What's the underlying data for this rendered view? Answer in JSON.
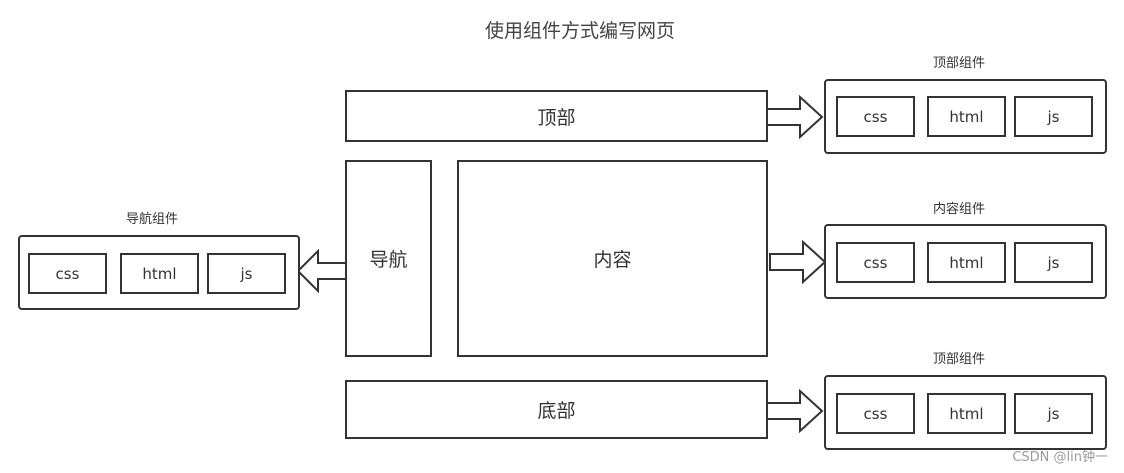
{
  "diagram": {
    "title": "使用组件方式编写网页",
    "blocks": {
      "top": "顶部",
      "nav": "导航",
      "content": "内容",
      "bottom": "底部"
    },
    "groups": {
      "top": {
        "label": "顶部组件",
        "items": [
          "css",
          "html",
          "js"
        ]
      },
      "content": {
        "label": "内容组件",
        "items": [
          "css",
          "html",
          "js"
        ]
      },
      "bottom": {
        "label": "顶部组件",
        "items": [
          "css",
          "html",
          "js"
        ]
      },
      "nav": {
        "label": "导航组件",
        "items": [
          "css",
          "html",
          "js"
        ]
      }
    }
  },
  "watermark": "CSDN @lin钟一"
}
